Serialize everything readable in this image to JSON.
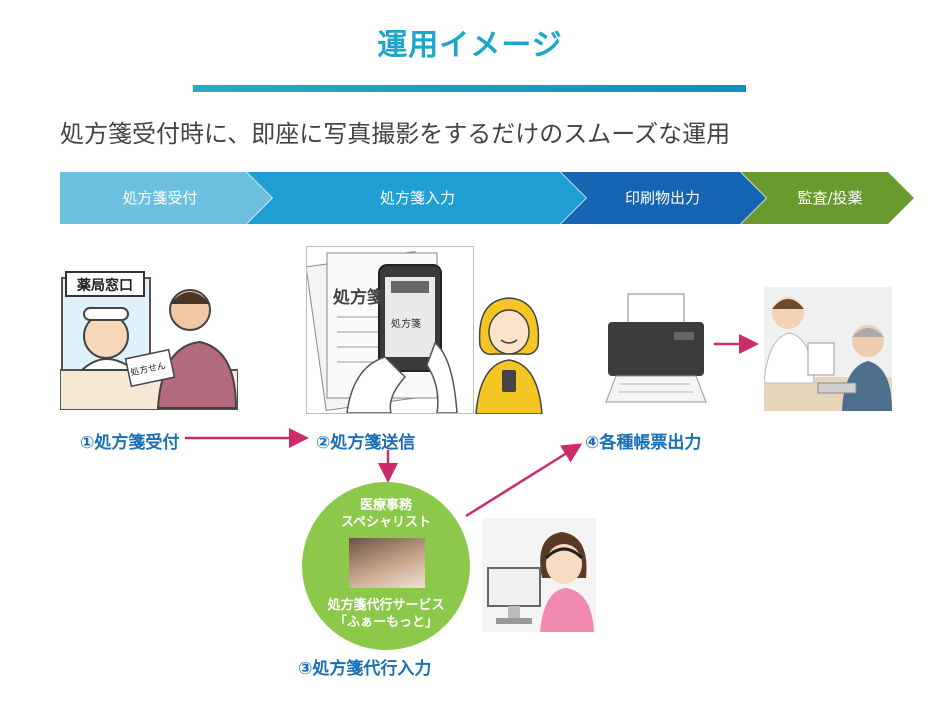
{
  "title": "運用イメージ",
  "subtitle": "処方箋受付時に、即座に写真撮影をするだけのスムーズな運用",
  "steps": [
    {
      "label": "処方箋受付",
      "color": "#6cc0dd"
    },
    {
      "label": "処方箋入力",
      "color": "#20a0d2"
    },
    {
      "label": "印刷物出力",
      "color": "#1565b3"
    },
    {
      "label": "監査/投薬",
      "color": "#6a9a2f"
    }
  ],
  "illustrations": {
    "window_sign": "薬局窓口",
    "paper": "処方せん",
    "document_text": "処方箋",
    "phone_screen": "処方箋"
  },
  "captions": {
    "step1": "①処方箋受付",
    "step2": "②処方箋送信",
    "step3": "③処方箋代行入力",
    "step4": "④各種帳票出力"
  },
  "service": {
    "title_line1": "医療事務",
    "title_line2": "スペシャリスト",
    "name_line1": "処方箋代行サービス",
    "name_line2": "「ふぁーもっと」"
  },
  "colors": {
    "accent": "#1aa7c9",
    "arrow": "#cc2b6a",
    "caption": "#1b6fb4",
    "circle": "#8cc94a"
  }
}
